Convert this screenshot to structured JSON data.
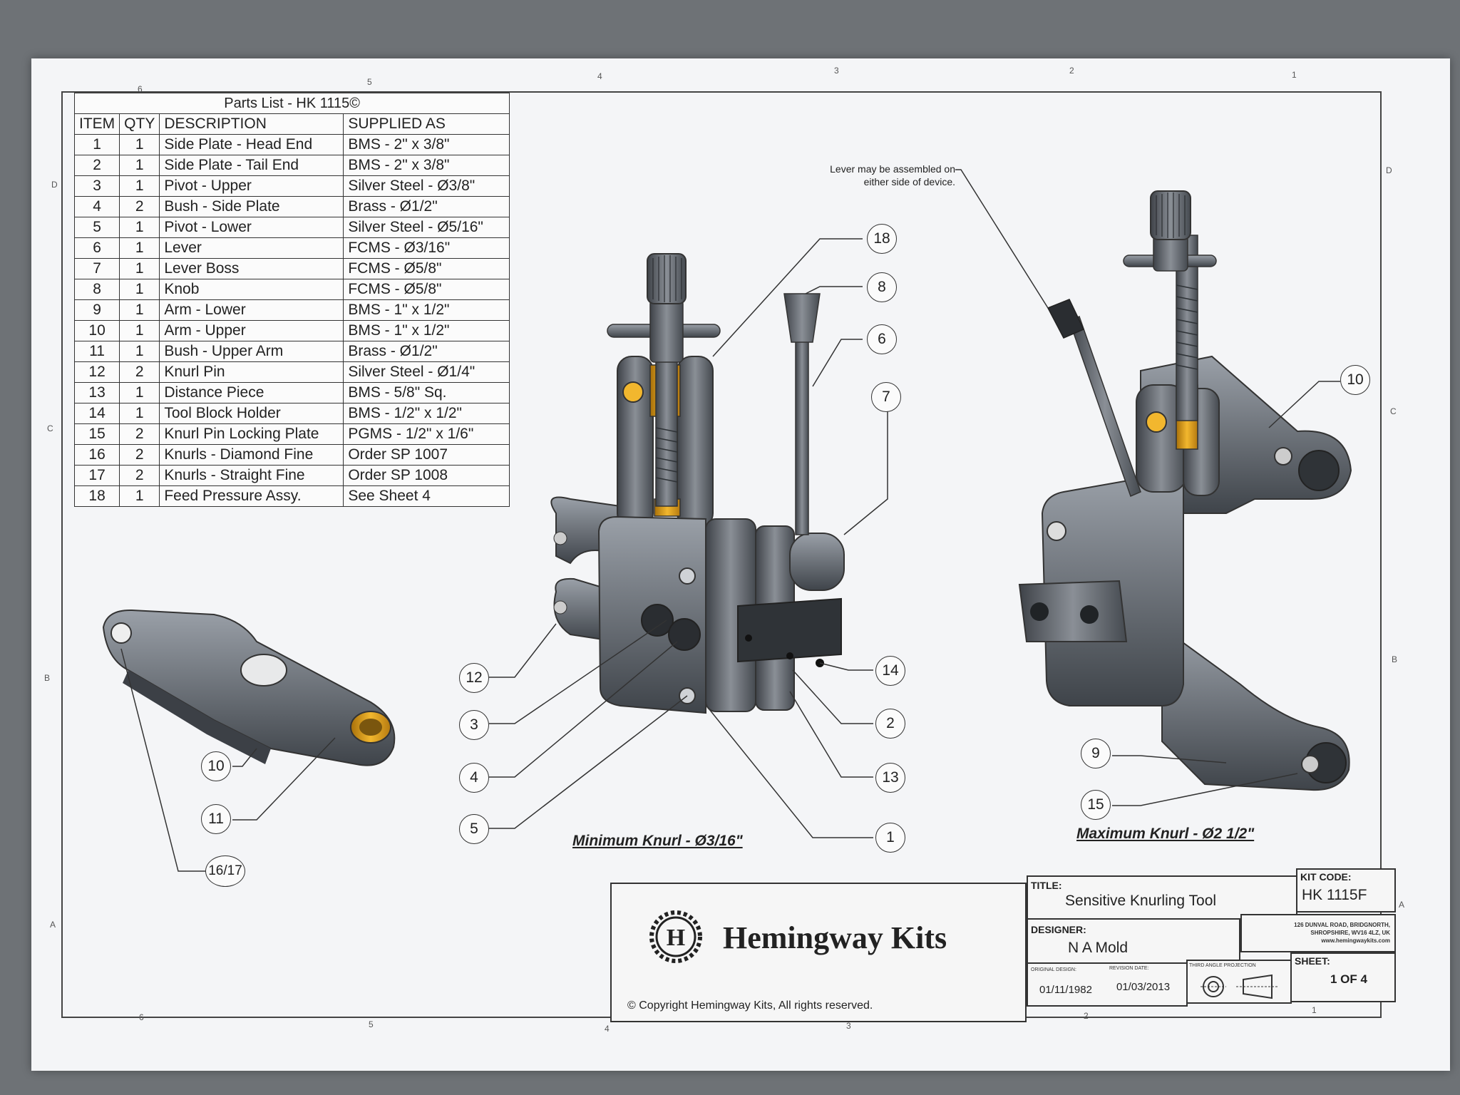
{
  "parts_list": {
    "title": "Parts List - HK 1115©",
    "headers": [
      "ITEM",
      "QTY",
      "DESCRIPTION",
      "SUPPLIED AS"
    ],
    "rows": [
      [
        "1",
        "1",
        "Side Plate - Head End",
        "BMS - 2\" x 3/8\""
      ],
      [
        "2",
        "1",
        "Side Plate - Tail End",
        "BMS - 2\" x 3/8\""
      ],
      [
        "3",
        "1",
        "Pivot - Upper",
        "Silver Steel - Ø3/8\""
      ],
      [
        "4",
        "2",
        "Bush - Side Plate",
        "Brass - Ø1/2\""
      ],
      [
        "5",
        "1",
        "Pivot - Lower",
        "Silver Steel - Ø5/16\""
      ],
      [
        "6",
        "1",
        "Lever",
        "FCMS - Ø3/16\""
      ],
      [
        "7",
        "1",
        "Lever Boss",
        "FCMS - Ø5/8\""
      ],
      [
        "8",
        "1",
        "Knob",
        "FCMS - Ø5/8\""
      ],
      [
        "9",
        "1",
        "Arm - Lower",
        "BMS - 1\" x 1/2\""
      ],
      [
        "10",
        "1",
        "Arm - Upper",
        "BMS - 1\" x 1/2\""
      ],
      [
        "11",
        "1",
        "Bush - Upper Arm",
        "Brass - Ø1/2\""
      ],
      [
        "12",
        "2",
        "Knurl Pin",
        "Silver Steel - Ø1/4\""
      ],
      [
        "13",
        "1",
        "Distance Piece",
        "BMS - 5/8\" Sq."
      ],
      [
        "14",
        "1",
        "Tool Block Holder",
        "BMS - 1/2\" x 1/2\""
      ],
      [
        "15",
        "2",
        "Knurl Pin Locking Plate",
        "PGMS - 1/2\" x 1/6\""
      ],
      [
        "16",
        "2",
        "Knurls - Diamond Fine",
        "Order SP 1007"
      ],
      [
        "17",
        "2",
        "Knurls - Straight Fine",
        "Order SP 1008"
      ],
      [
        "18",
        "1",
        "Feed Pressure Assy.",
        "See Sheet 4"
      ]
    ]
  },
  "note": {
    "line1": "Lever may be assembled on",
    "line2": "either side of device."
  },
  "callouts": {
    "c1": "1",
    "c2": "2",
    "c3": "3",
    "c4": "4",
    "c5": "5",
    "c6": "6",
    "c7": "7",
    "c8": "8",
    "c9": "9",
    "c10a": "10",
    "c10b": "10",
    "c11": "11",
    "c12": "12",
    "c13": "13",
    "c14": "14",
    "c15": "15",
    "c16": "16/17",
    "c18": "18"
  },
  "captions": {
    "minimum": "Minimum Knurl - Ø3/16\"",
    "maximum": "Maximum Knurl - Ø2 1/2\""
  },
  "title_block": {
    "brand": "Hemingway Kits",
    "logo_letter": "H",
    "copyright": "Copyright Hemingway Kits, All rights reserved.",
    "title_label": "TITLE:",
    "title": "Sensitive Knurling Tool",
    "kit_code_label": "KIT CODE:",
    "kit_code": "HK 1115F",
    "designer_label": "DESIGNER:",
    "designer": "N A Mold",
    "address_line1": "126 DUNVAL ROAD, BRIDGNORTH,",
    "address_line2": "SHROPSHIRE, WV16 4LZ, UK",
    "address_line3": "www.hemingwaykits.com",
    "original_design_label": "ORIGINAL DESIGN:",
    "original_design": "01/11/1982",
    "revision_date_label": "REVISION DATE:",
    "revision_date": "01/03/2013",
    "projection_label": "THIRD ANGLE PROJECTION",
    "sheet_label": "SHEET:",
    "sheet": "1 OF 4"
  },
  "rulers": {
    "top": [
      "6",
      "5",
      "4",
      "3",
      "2",
      "1"
    ],
    "bottom": [
      "6",
      "5",
      "4",
      "3",
      "2",
      "1"
    ],
    "left": [
      "D",
      "C",
      "B",
      "A"
    ],
    "right": [
      "D",
      "C",
      "B",
      "A"
    ]
  },
  "colors": {
    "paper": "#f4f5f7",
    "steel": "#5a5e64",
    "brass": "#e0a21e",
    "ink": "#222222"
  }
}
